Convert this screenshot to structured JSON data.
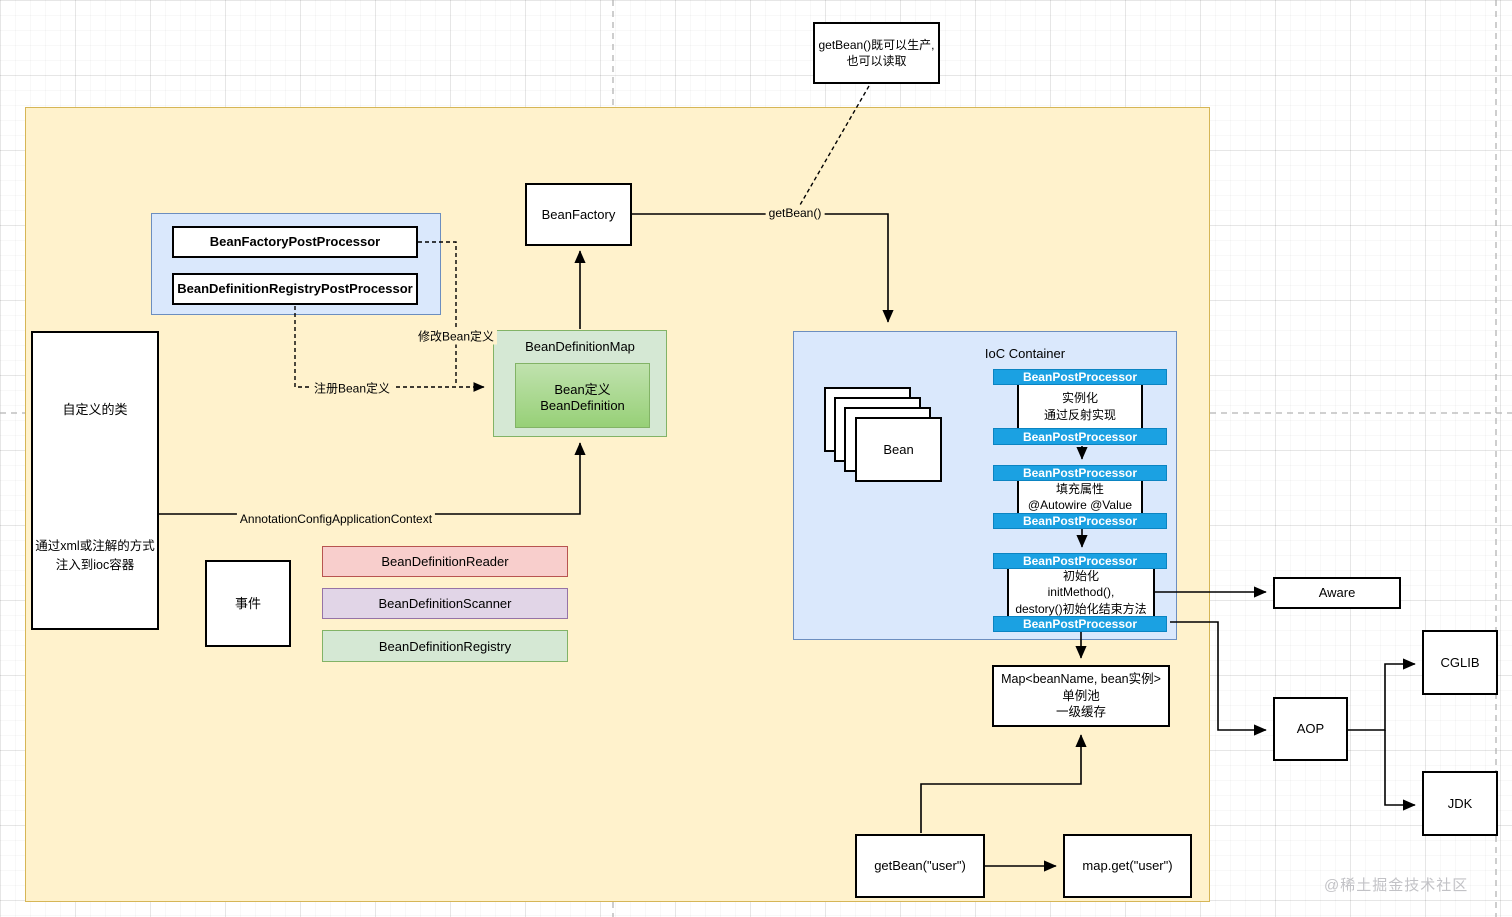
{
  "note": {
    "text": "getBean()既可以生产,\n也可以读取"
  },
  "edge_labels": {
    "get_bean": "getBean()",
    "modify_bean_def": "修改Bean定义",
    "register_bean_def": "注册Bean定义",
    "annotation_context": "AnnotationConfigApplicationContext"
  },
  "left_region": {
    "custom_class": {
      "top": "自定义的类",
      "bottom": "通过xml或注解的方式\n注入到ioc容器"
    },
    "event": "事件",
    "post_processors": {
      "factory": "BeanFactoryPostProcessor",
      "registry": "BeanDefinitionRegistryPostProcessor"
    },
    "bars": {
      "reader": "BeanDefinitionReader",
      "scanner": "BeanDefinitionScanner",
      "registry": "BeanDefinitionRegistry"
    }
  },
  "bean_factory": "BeanFactory",
  "bean_definition_map": {
    "title": "BeanDefinitionMap",
    "inner": "Bean定义\nBeanDefinition"
  },
  "ioc": {
    "title": "IoC Container",
    "bean": "Bean",
    "bpp": "BeanPostProcessor",
    "steps": {
      "instantiate": "实例化\n通过反射实现",
      "populate": "填充属性\n@Autowire @Value",
      "init": "初始化\ninitMethod(),\ndestory()初始化结束方法"
    }
  },
  "singleton_map": "Map<beanName, bean实例>\n单例池\n一级缓存",
  "right": {
    "aware": "Aware",
    "aop": "AOP",
    "cglib": "CGLIB",
    "jdk": "JDK"
  },
  "bottom": {
    "get_bean_user": "getBean(\"user\")",
    "map_get_user": "map.get(\"user\")"
  },
  "watermark": "@稀土掘金技术社区",
  "colors": {
    "canvas_fill": "#fff2cc",
    "canvas_border": "#d6b656",
    "blue_panel_fill": "#dae8fc",
    "blue_panel_border": "#6c8ebf",
    "green_fill": "#d5e8d4",
    "green_border": "#82b366",
    "green_inner_fill": "#97d077",
    "processor_bar_fill": "#1ba1e2",
    "processor_bar_text": "#ffffff",
    "reader_fill": "#f8cecc",
    "reader_border": "#b85450",
    "scanner_fill": "#e1d5e7",
    "scanner_border": "#9673a6",
    "registry_fill": "#d5e8d4",
    "registry_border": "#82b366"
  }
}
